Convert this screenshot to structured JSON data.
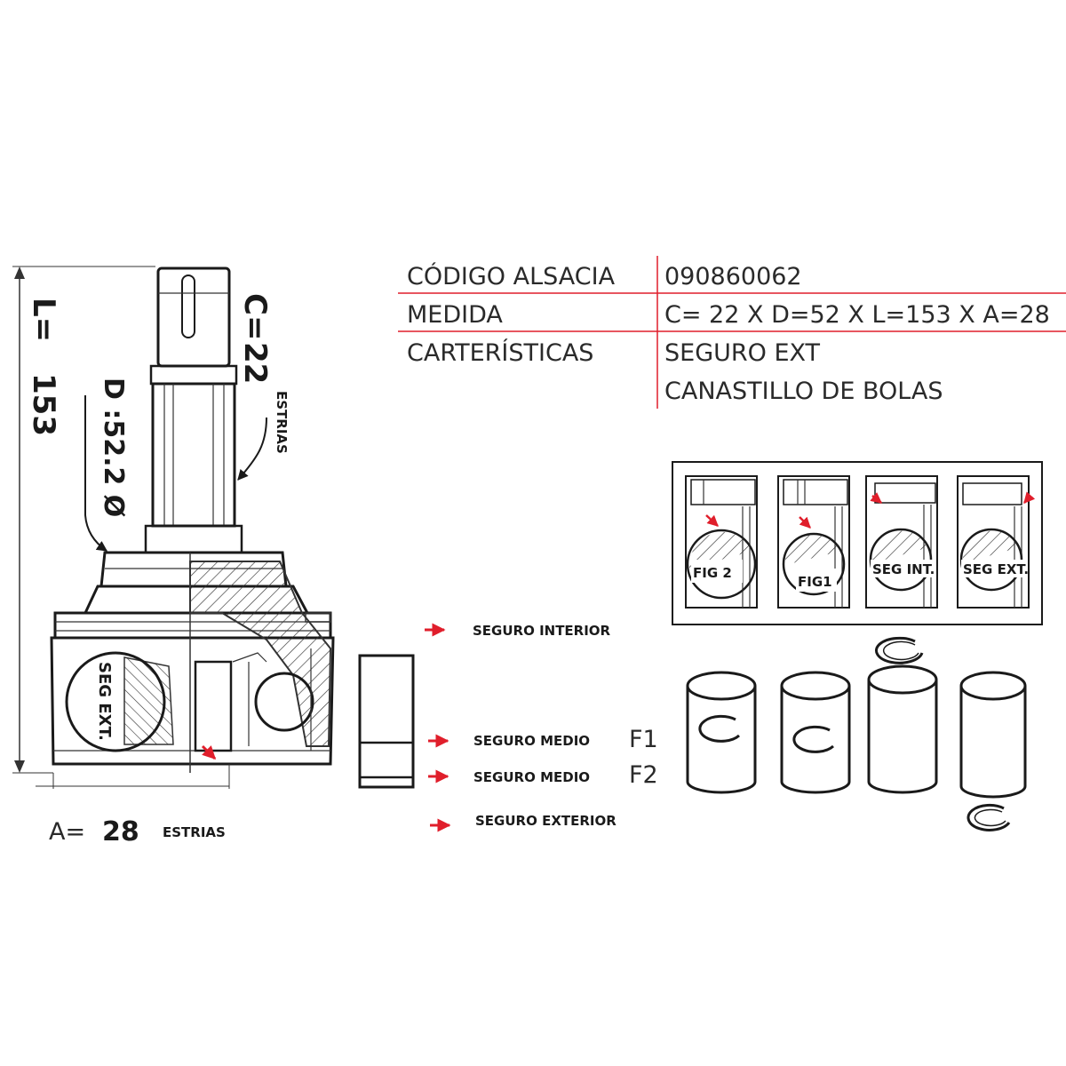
{
  "dimensions": {
    "L_label": "L=",
    "L_value": "153",
    "C_label": "C=",
    "C_value": "22",
    "C_unit": "ESTRIAS",
    "D_label": "D :52.2 Ø",
    "A_label": "A=",
    "A_value": "28",
    "A_unit": "ESTRIAS",
    "seg_ext_label": "SEG EXT."
  },
  "spec_table": {
    "rows": [
      {
        "key": "CÓDIGO ALSACIA",
        "value": "090860062"
      },
      {
        "key": "MEDIDA",
        "value": "C= 22 X D=52 X L=153 X A=28"
      },
      {
        "key": "CARTERÍSTICAS",
        "value": "SEGURO EXT"
      },
      {
        "key": "",
        "value": "CANASTILLO DE BOLAS"
      }
    ],
    "line_color": "#e01e2b"
  },
  "ring_legend": {
    "items": [
      {
        "label": "SEGURO INTERIOR",
        "suffix": ""
      },
      {
        "label": "SEGURO MEDIO",
        "suffix": "F1"
      },
      {
        "label": "SEGURO MEDIO",
        "suffix": "F2"
      },
      {
        "label": "SEGURO EXTERIOR",
        "suffix": ""
      }
    ],
    "arrow_color": "#e01e2b"
  },
  "figures": {
    "panels": [
      "FIG 2",
      "FIG1",
      "SEG INT.",
      "SEG EXT."
    ]
  }
}
